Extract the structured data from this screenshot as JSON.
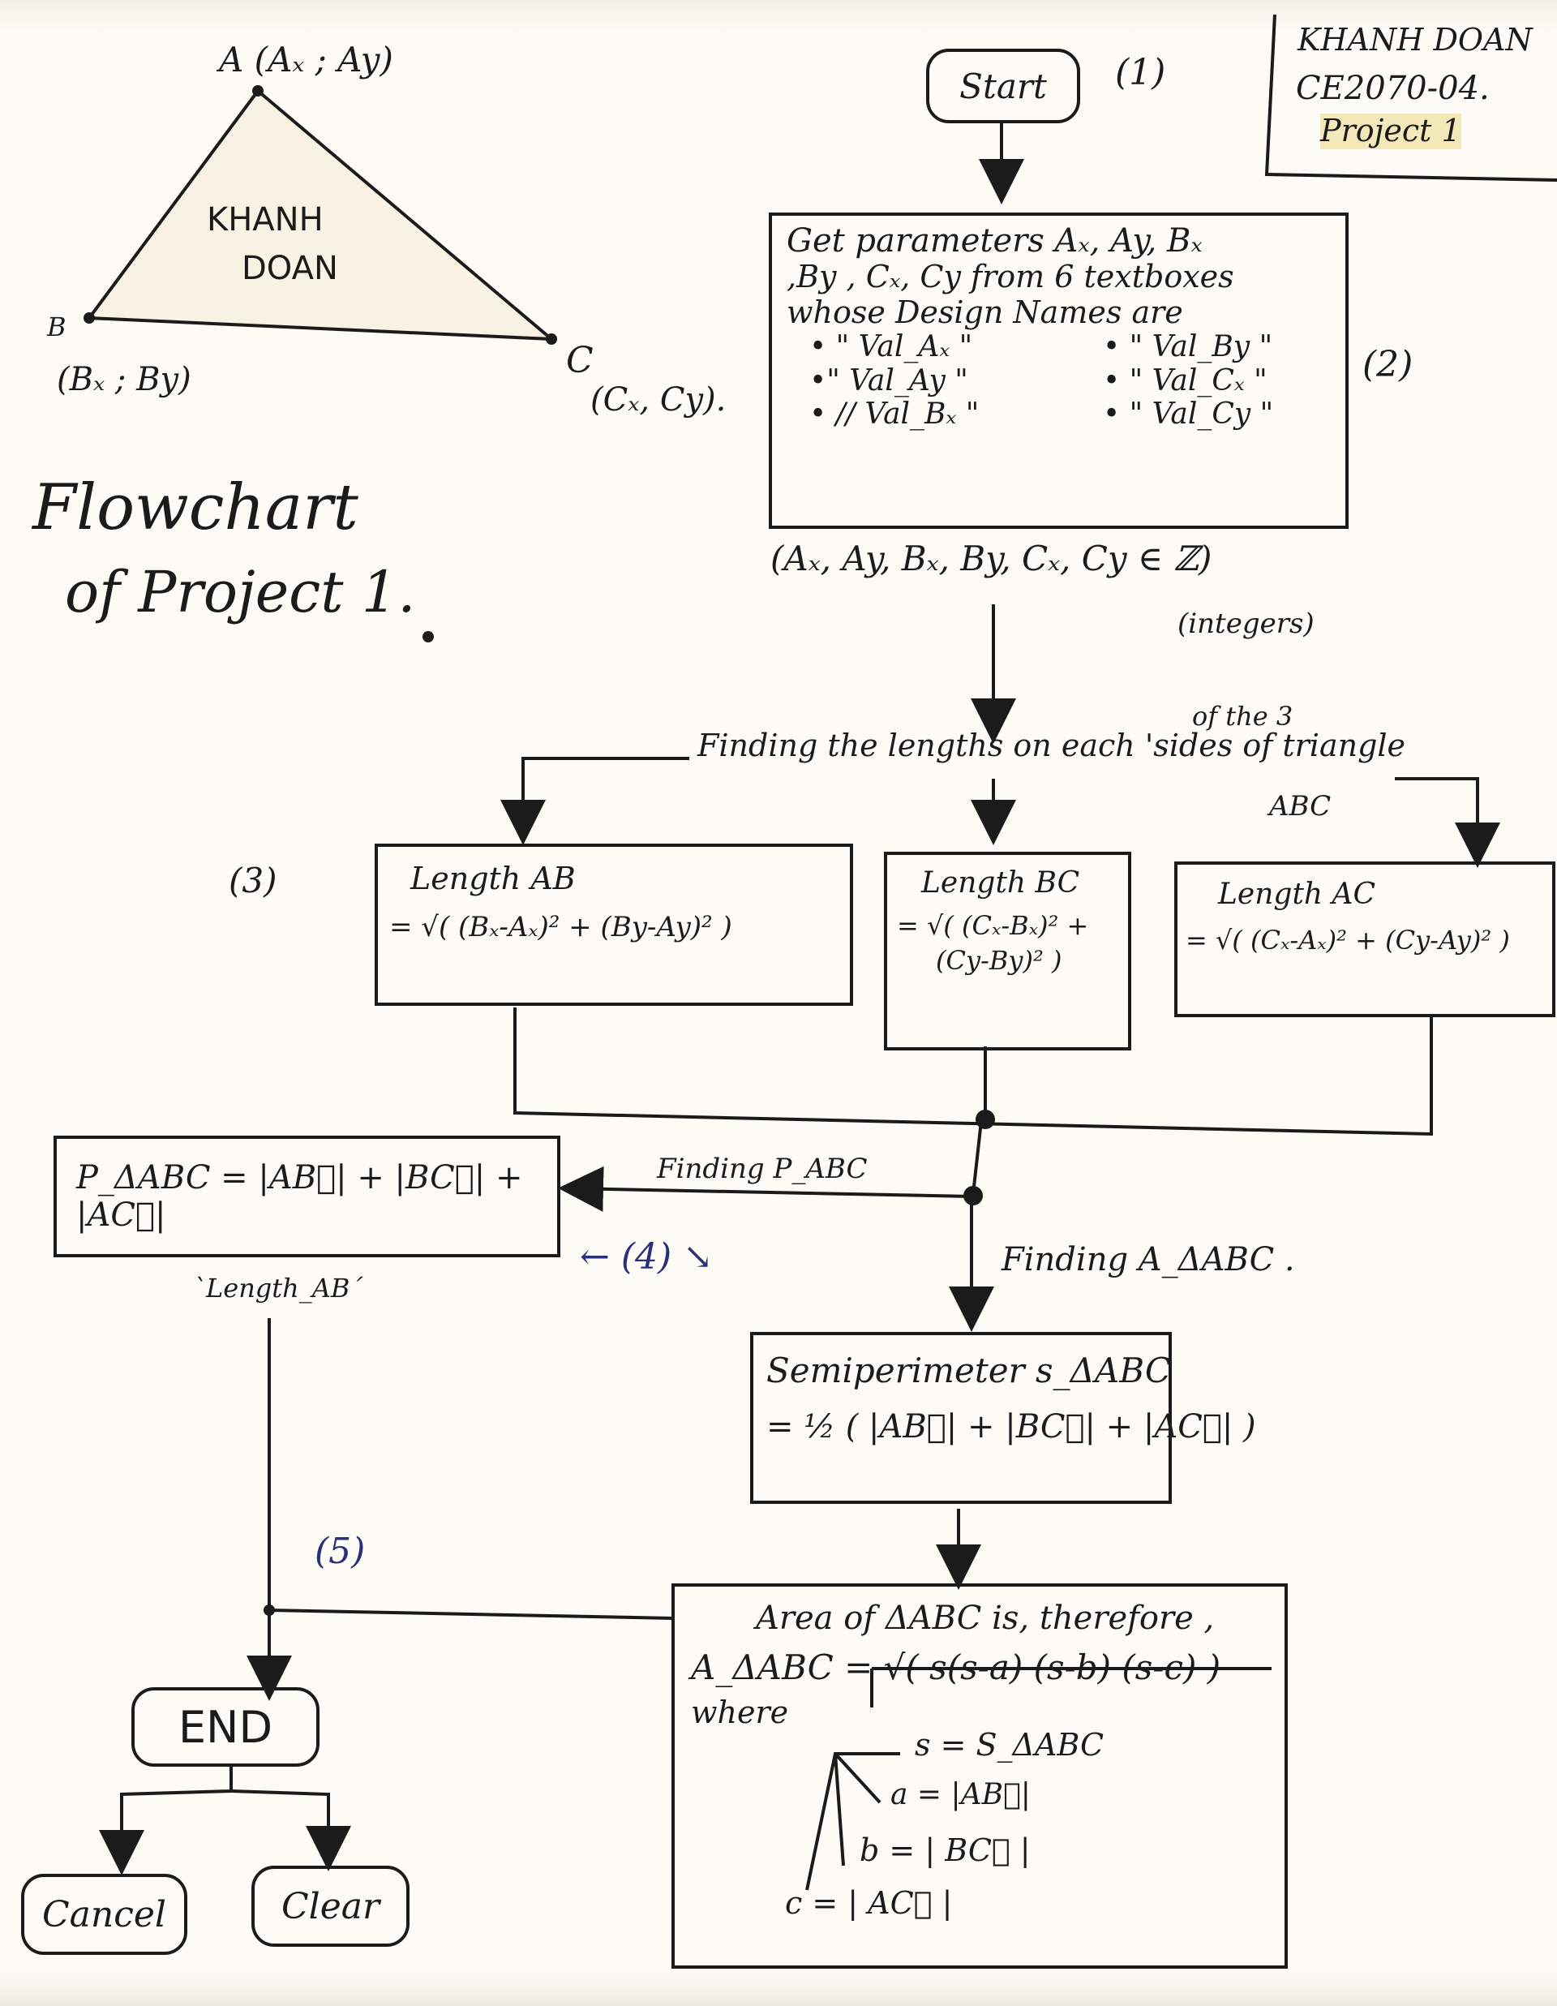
{
  "author_box": {
    "name": "KHANH DOAN",
    "course": "CE2070-04.",
    "project": "Project 1"
  },
  "triangle": {
    "label_a": "A (Aₓ ; Ay)",
    "label_b": "B",
    "label_b_coords": "(Bₓ ; By)",
    "label_c": "C",
    "label_c_coords": "(Cₓ, Cy).",
    "inner_name_1": "KHANH",
    "inner_name_2": "DOAN"
  },
  "title": {
    "line1": "Flowchart",
    "line2": "of Project 1."
  },
  "steps": {
    "start": {
      "label": "Start",
      "num": "(1)"
    },
    "params": {
      "num": "(2)",
      "line1": "Get parameters Aₓ, Ay, Bₓ",
      "line2": ",By , Cₓ, Cy from 6 textboxes",
      "line3": "whose Design Names are",
      "items": [
        "• \" Val_Aₓ \"",
        "•\" Val_Ay \"",
        "• // Val_Bₓ \"",
        "• \" Val_By \"",
        "• \" Val_Cₓ \"",
        "• \" Val_Cy \""
      ],
      "domain": "(Aₓ, Ay, Bₓ, By, Cₓ, Cy ∈ ℤ)",
      "domain_note": "(integers)"
    },
    "finding_lengths": {
      "line1": "of the 3",
      "line2": "Finding the lengths on each 'sides of triangle",
      "line3": "ABC"
    },
    "lengths": {
      "num": "(3)",
      "ab_title": "Length AB",
      "ab_formula": "= √( (Bₓ-Aₓ)² + (By-Ay)² )",
      "bc_title": "Length BC",
      "bc_formula_1": "= √( (Cₓ-Bₓ)² +",
      "bc_formula_2": "(Cy-By)² )",
      "ac_title": "Length AC",
      "ac_formula": "= √( (Cₓ-Aₓ)² + (Cy-Ay)² )"
    },
    "perimeter": {
      "num": "← (4) ↘",
      "arrow_label": "Finding P_ABC",
      "formula": "P_ΔABC = |AB⃗| + |BC⃗| + |AC⃗|",
      "note": "`Length_AB´"
    },
    "finding_area": "Finding A_ΔABC .",
    "semiperimeter": {
      "line1": "Semiperimeter s_ΔABC",
      "line2": "= ½ ( |AB⃗| + |BC⃗| + |AC⃗| )"
    },
    "area": {
      "num": "(5)",
      "line1": "Area of ΔABC is, therefore ,",
      "line2": "A_ΔABC = √( s(s-a) (s-b) (s-c) )",
      "where": "where",
      "s_def": "s = S_ΔABC",
      "a_def": "a = |AB⃗|",
      "b_def": "b = | BC⃗ |",
      "c_def": "c = | AC⃗ |"
    },
    "end": "END",
    "cancel": "Cancel",
    "clear": "Clear"
  },
  "colors": {
    "ink": "#1b1b1b",
    "note_ink": "#28307a",
    "paper": "#fcfbf6"
  }
}
